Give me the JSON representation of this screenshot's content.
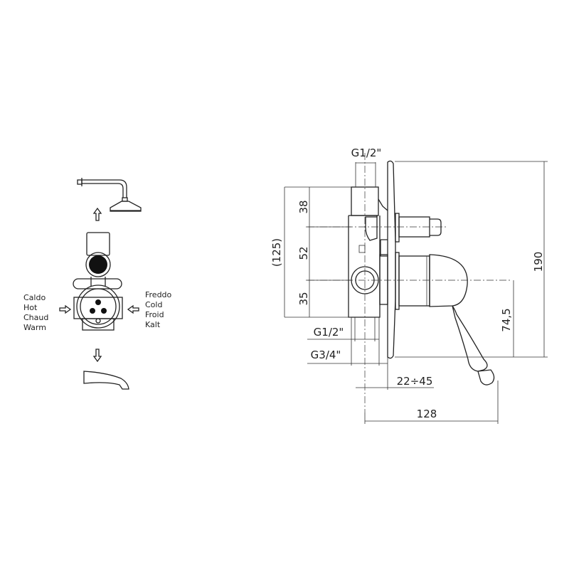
{
  "schematic": {
    "hot_labels": [
      "Caldo",
      "Hot",
      "Chaud",
      "Warm"
    ],
    "cold_labels": [
      "Freddo",
      "Cold",
      "Froid",
      "Kalt"
    ]
  },
  "dimensions": {
    "top_thread": "G1/2\"",
    "overall_body": "(125)",
    "seg_top": "38",
    "seg_mid": "52",
    "seg_bottom": "35",
    "bottom_thread_1": "G1/2\"",
    "bottom_thread_2": "G3/4\"",
    "wall_depth": "22÷45",
    "total_depth": "128",
    "plate_height": "190",
    "handle_drop": "74,5"
  }
}
